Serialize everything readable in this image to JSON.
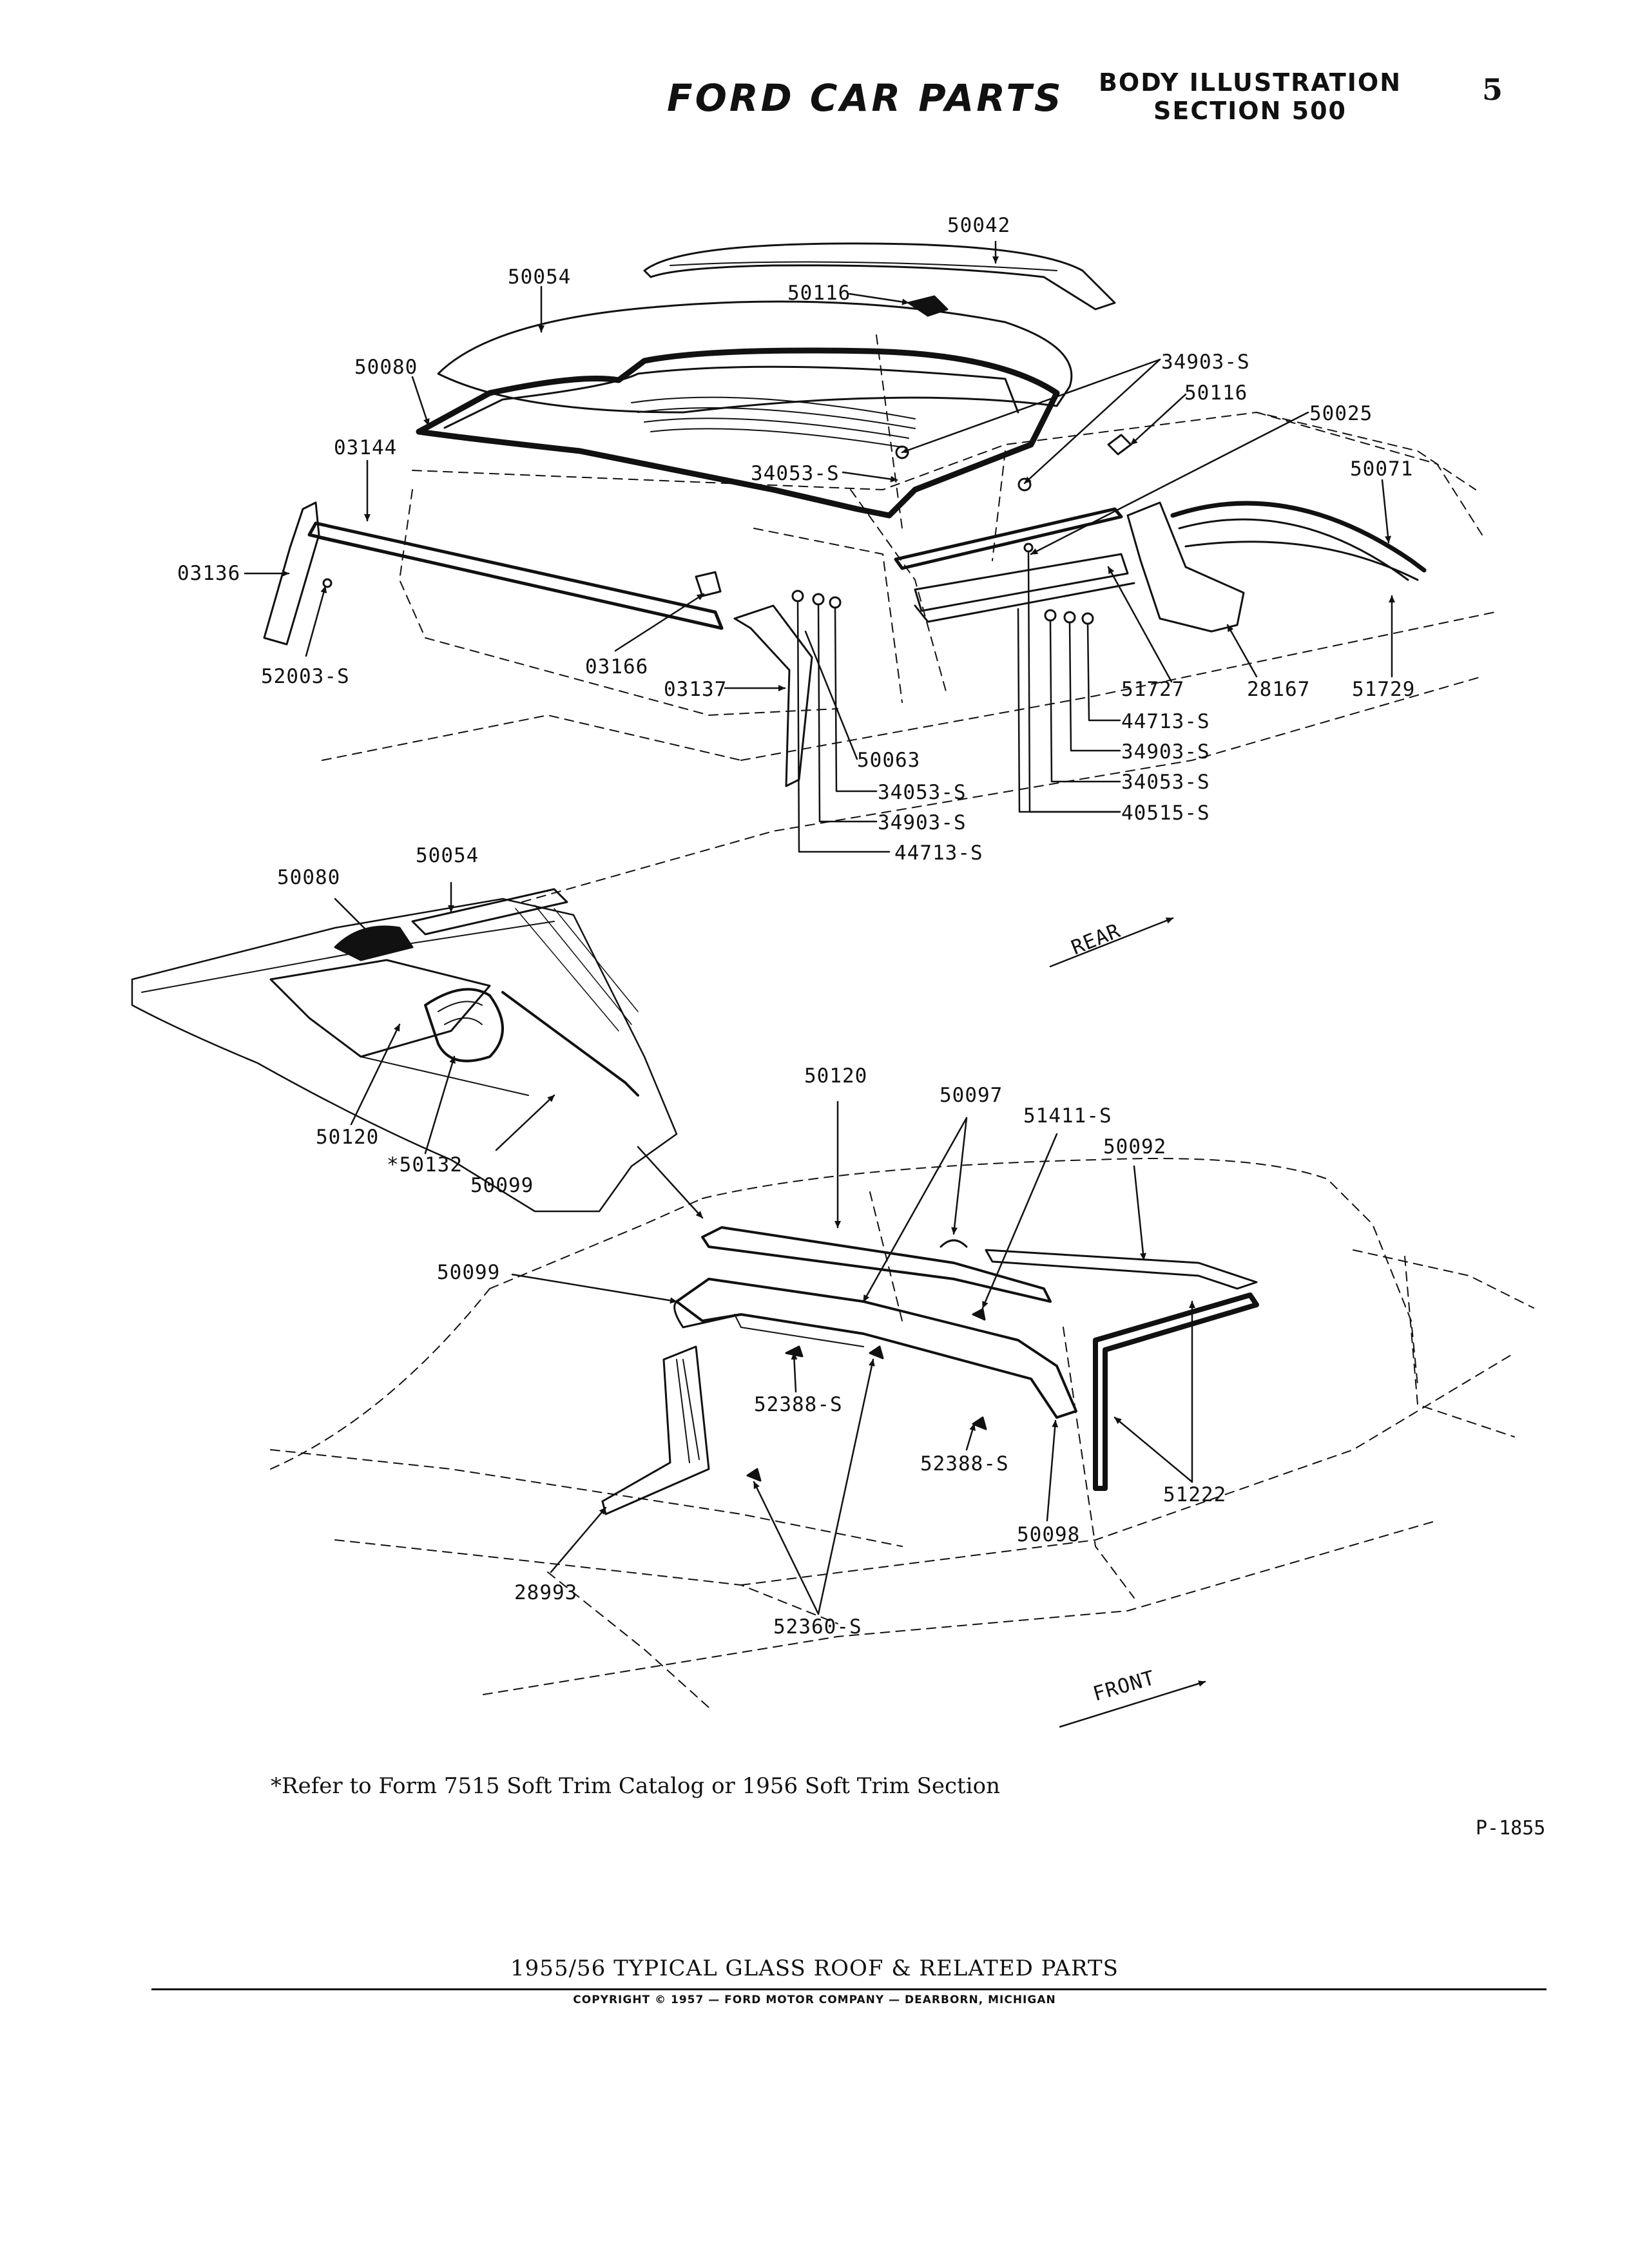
{
  "header": {
    "brand": "FORD CAR PARTS",
    "section_line1": "BODY ILLUSTRATION",
    "section_line2": "SECTION 500",
    "page_number": "5"
  },
  "callouts": {
    "c50042": "50042",
    "c50054_top": "50054",
    "c50116_a": "50116",
    "c50080_top": "50080",
    "c34903_top": "34903-S",
    "c50116_b": "50116",
    "c50025": "50025",
    "c03144": "03144",
    "c50071": "50071",
    "c34053_top": "34053-S",
    "c03136": "03136",
    "c52003": "52003-S",
    "c03166": "03166",
    "c03137": "03137",
    "c51727": "51727",
    "c28167": "28167",
    "c51729": "51729",
    "c44713_r": "44713-S",
    "c50063": "50063",
    "c34903_r": "34903-S",
    "c34053_l": "34053-S",
    "c34053_r": "34053-S",
    "c40515": "40515-S",
    "c34903_l": "34903-S",
    "c44713_l": "44713-S",
    "c50054_inset": "50054",
    "c50080_inset": "50080",
    "c50120_inset": "50120",
    "c50132": "*50132",
    "c50099_inset": "50099",
    "rear": "REAR",
    "c50120_bot": "50120",
    "c50097": "50097",
    "c51411": "51411-S",
    "c50092": "50092",
    "c50099_bot": "50099",
    "c52388_a": "52388-S",
    "c52388_b": "52388-S",
    "c51222": "51222",
    "c50098": "50098",
    "c28993": "28993",
    "c52360": "52360-S",
    "front": "FRONT"
  },
  "footnote": "*Refer to Form 7515 Soft Trim Catalog or 1956 Soft Trim Section",
  "plate_code": "P-1855",
  "caption": "1955/56 TYPICAL GLASS ROOF & RELATED PARTS",
  "copyright": "COPYRIGHT © 1957 — FORD MOTOR COMPANY — DEARBORN, MICHIGAN"
}
